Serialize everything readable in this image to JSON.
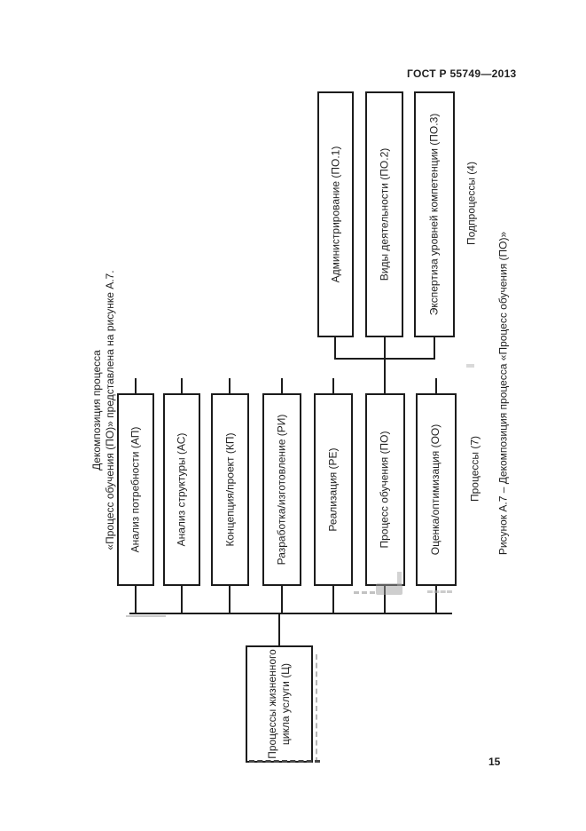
{
  "page": {
    "header": "ГОСТ Р 55749—2013",
    "page_number": "15"
  },
  "intro": {
    "line1": "Декомпозиция процесса",
    "line2": "«Процесс обучения (ПО)» представлена на рисунке А.7."
  },
  "diagram": {
    "parent_box": {
      "line1": "Процессы жизненного",
      "line2": "цикла услуги (Ц)"
    },
    "processes": [
      {
        "label": "Анализ потребности (АП)"
      },
      {
        "label": "Анализ структуры (АС)"
      },
      {
        "label": "Концепция/проект (КП)"
      },
      {
        "label": "Разработка/изготовление (РИ)"
      },
      {
        "label": "Реализация (РЕ)"
      },
      {
        "label": "Процесс обучения (ПО)"
      },
      {
        "label": "Оценка/оптимизация (ОО)"
      }
    ],
    "subprocesses": [
      {
        "label": "Администрирование (ПО.1)"
      },
      {
        "label": "Виды деятельности (ПО.2)"
      },
      {
        "label": "Экспертиза уровней компетенции (ПО.3)"
      }
    ],
    "group_labels": {
      "processes": "Процессы (7)",
      "subprocesses": "Подпроцессы (4)"
    },
    "caption": "Рисунок А.7 – Декомпозиция процесса «Процесс обучения (ПО)»"
  },
  "colors": {
    "line": "#1c1c1c",
    "background": "#ffffff"
  }
}
